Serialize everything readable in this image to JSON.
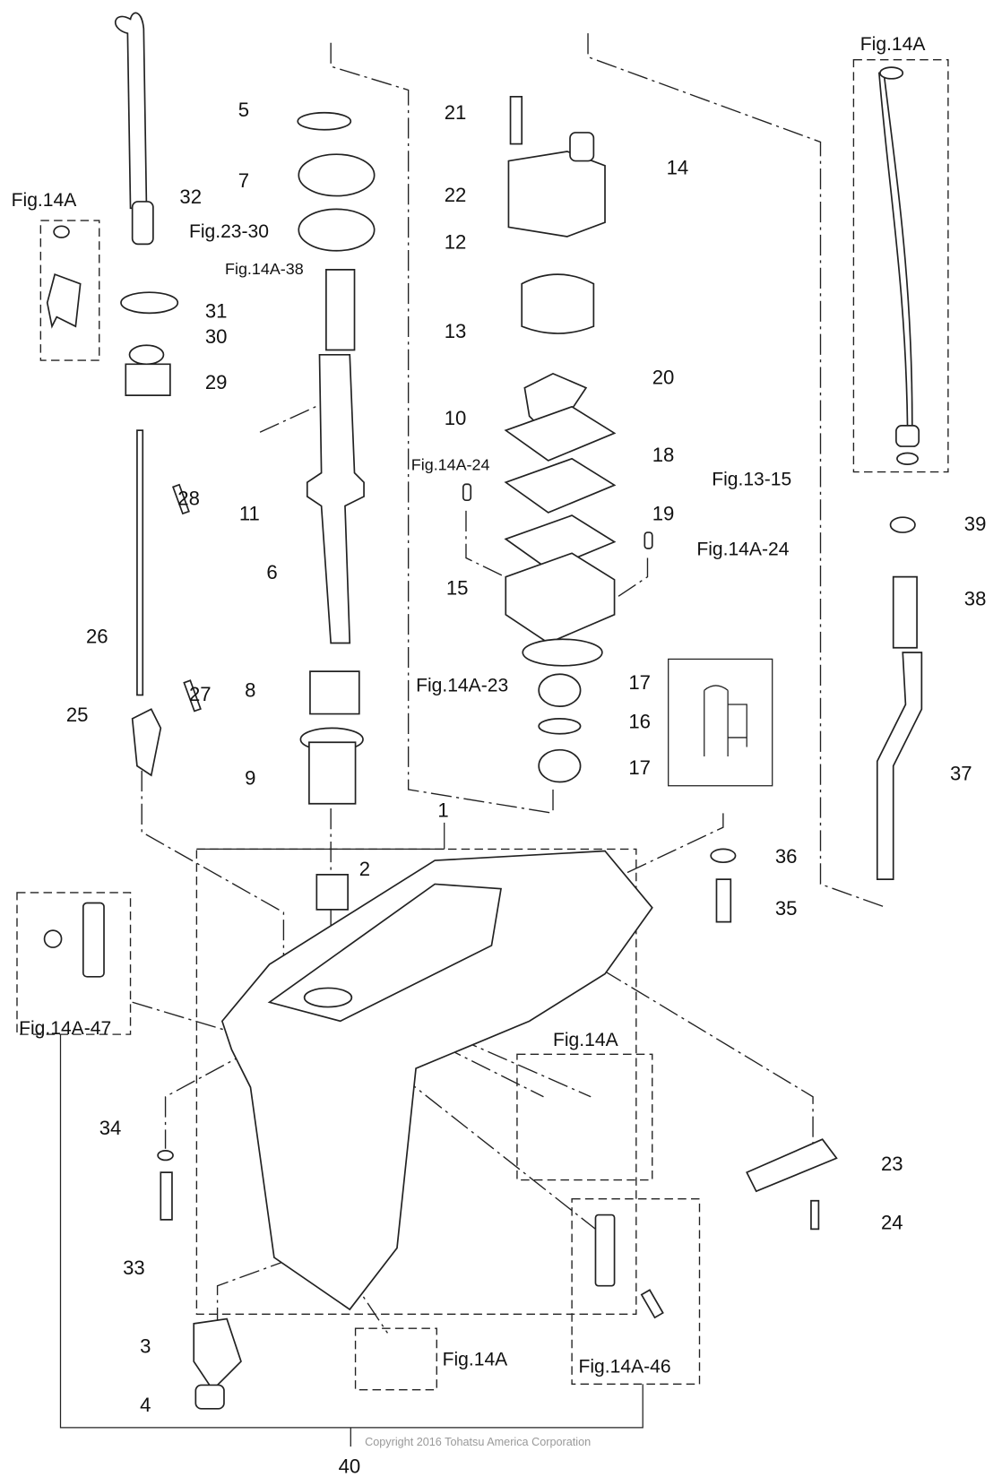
{
  "labels": {
    "p1": "1",
    "p2": "2",
    "p3": "3",
    "p4": "4",
    "p5": "5",
    "p6": "6",
    "p7": "7",
    "p8": "8",
    "p9": "9",
    "p10": "10",
    "p11": "11",
    "p12": "12",
    "p13": "13",
    "p14": "14",
    "p15": "15",
    "p16": "16",
    "p17a": "17",
    "p17b": "17",
    "p18": "18",
    "p19": "19",
    "p20": "20",
    "p21": "21",
    "p22": "22",
    "p23": "23",
    "p24": "24",
    "p25": "25",
    "p26": "26",
    "p27": "27",
    "p28": "28",
    "p29": "29",
    "p30": "30",
    "p31": "31",
    "p32": "32",
    "p33": "33",
    "p34": "34",
    "p35": "35",
    "p36": "36",
    "p37": "37",
    "p38": "38",
    "p39": "39",
    "p40": "40"
  },
  "figure_refs": {
    "fig14a_left": "Fig.14A",
    "fig23_30": "Fig.23-30",
    "fig14a_38": "Fig.14A-38",
    "fig14a_24_left": "Fig.14A-24",
    "fig14a_24_right": "Fig.14A-24",
    "fig14a_23": "Fig.14A-23",
    "fig14a_topright": "Fig.14A",
    "fig13_15": "Fig.13-15",
    "fig14a_47": "Fig.14A-47",
    "fig14a_mid": "Fig.14A",
    "fig14a_bottom": "Fig.14A",
    "fig14a_46": "Fig.14A-46"
  },
  "copyright": "Copyright 2016 Tohatsu America Corporation"
}
